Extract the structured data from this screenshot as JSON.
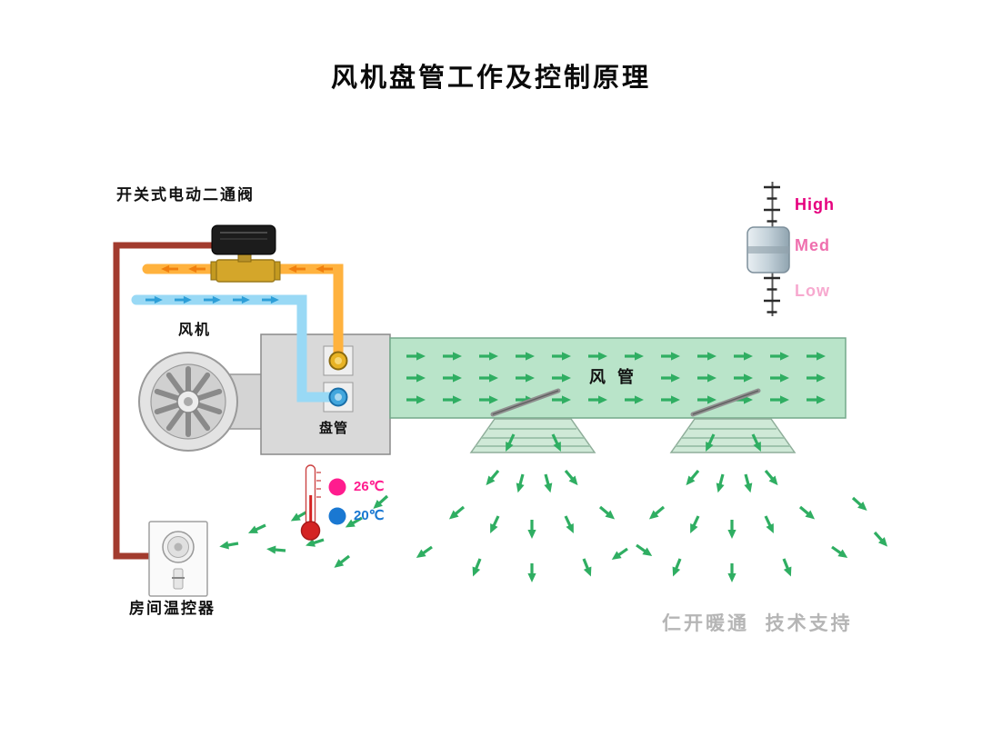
{
  "title": "风机盘管工作及控制原理",
  "labels": {
    "valve": "开关式电动二通阀",
    "fan": "风机",
    "coil": "盘管",
    "duct": "风 管",
    "thermostat": "房间温控器",
    "watermark": "仁开暖通  技术支持"
  },
  "temperatures": [
    {
      "label": "26℃"
    },
    {
      "label": "20℃"
    }
  ],
  "fan_speeds": [
    {
      "label": "High"
    },
    {
      "label": "Med"
    },
    {
      "label": "Low"
    }
  ],
  "colors": {
    "hot_pipe": "#ffb23e",
    "hot_arrow": "#f07f0e",
    "cold_pipe": "#99d9f5",
    "cold_arrow": "#2e9fd8",
    "wire_red": "#a23b2e",
    "duct_fill": "#b9e4c9",
    "duct_border": "#74a98b",
    "arrow_green": "#2fae62",
    "temp_hot": "#ff1c8e",
    "temp_cold": "#1a78d2",
    "speed_high": "#e6007e",
    "speed_med": "#ef6fae",
    "speed_low": "#f7a9cf",
    "watermark": "#b5b5b5"
  }
}
